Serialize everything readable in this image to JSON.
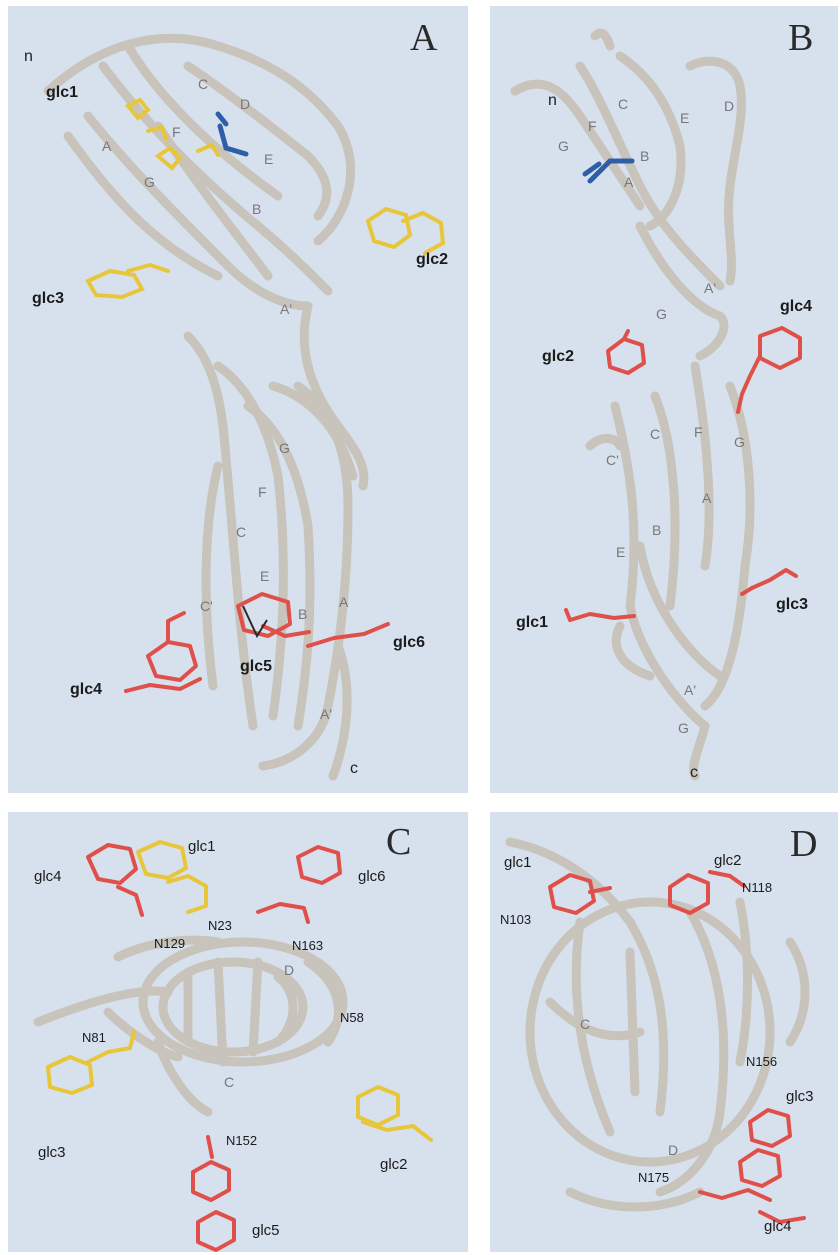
{
  "panels": {
    "A": {
      "letter": "A",
      "termini": {
        "n": "n",
        "c": "c"
      },
      "glycans": [
        "glc1",
        "glc2",
        "glc3",
        "glc4",
        "glc5",
        "glc6"
      ],
      "strands": [
        "A",
        "C",
        "D",
        "F",
        "E",
        "G",
        "B",
        "A'",
        "G",
        "F",
        "C",
        "C'",
        "E",
        "B",
        "A",
        "A'"
      ]
    },
    "B": {
      "letter": "B",
      "termini": {
        "n": "n",
        "c": "c"
      },
      "glycans": [
        "glc2",
        "glc4",
        "glc1",
        "glc3"
      ],
      "strands": [
        "C",
        "D",
        "E",
        "F",
        "G",
        "B",
        "A",
        "A'",
        "G",
        "C'",
        "C",
        "F",
        "G",
        "A",
        "B",
        "E",
        "A'",
        "G"
      ]
    },
    "C": {
      "letter": "C",
      "glycans": [
        "glc1",
        "glc4",
        "glc6",
        "glc3",
        "glc2",
        "glc5"
      ],
      "residues": [
        "N129",
        "N23",
        "N163",
        "N81",
        "N58",
        "N152"
      ],
      "strands": [
        "D",
        "C"
      ]
    },
    "D": {
      "letter": "D",
      "glycans": [
        "glc1",
        "glc2",
        "glc3",
        "glc4"
      ],
      "residues": [
        "N103",
        "N118",
        "N156",
        "N175"
      ],
      "strands": [
        "C",
        "D"
      ]
    }
  },
  "colors": {
    "background": "#d7e1ee",
    "ribbon": "#c8c3bb",
    "glycan_yellow": "#e8c63a",
    "glycan_red": "#e0504a",
    "ligand_blue": "#2f5ea8"
  }
}
